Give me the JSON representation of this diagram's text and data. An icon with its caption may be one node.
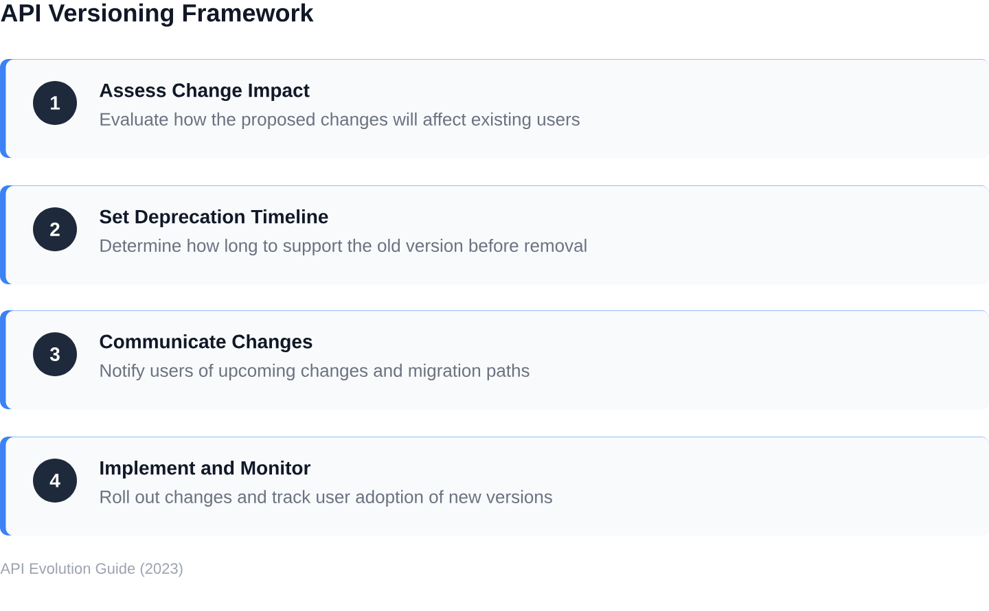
{
  "diagram": {
    "title": "API Versioning Framework",
    "nodes": [
      {
        "text": [
          "Assess Change Impact",
          "Evaluate how the proposed changes will affect existing users"
        ]
      },
      {
        "text": [
          "1"
        ],
        "in": 0
      },
      {
        "text": [
          "Set Deprecation Timeline",
          "Determine how long to support the old version before removal"
        ]
      },
      {
        "text": [
          "2"
        ],
        "in": 2
      },
      {
        "text": [
          "Communicate Changes",
          "Notify users of upcoming changes and migration paths"
        ]
      },
      {
        "text": [
          "3"
        ],
        "in": 4
      },
      {
        "text": [
          "Implement and Monitor",
          "Roll out changes and track user adoption of new versions"
        ]
      },
      {
        "text": [
          "4"
        ],
        "in": 6
      }
    ],
    "caption": "API Evolution Guide (2023)"
  }
}
